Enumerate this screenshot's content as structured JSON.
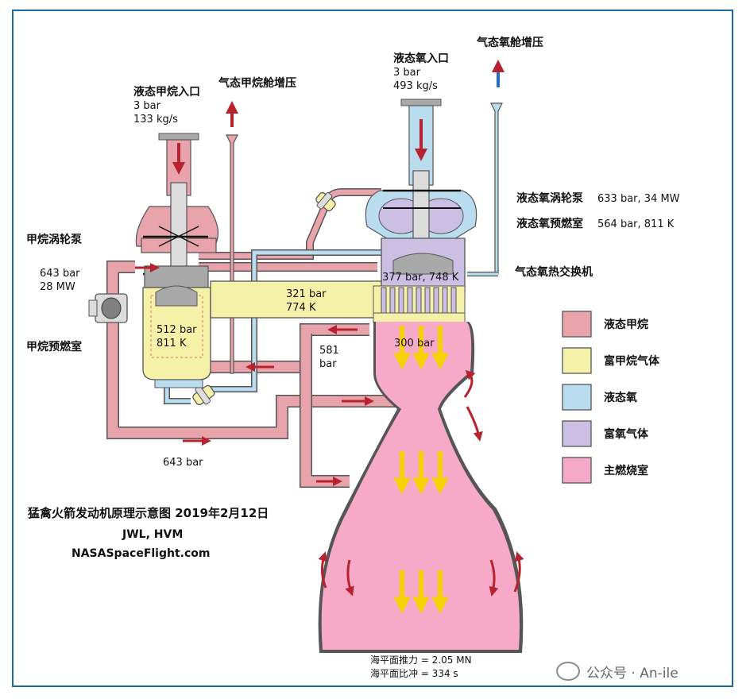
{
  "diagram": {
    "title": "猛禽火箭发动机原理示意图 2019年2月12日",
    "credit_authors": "JWL, HVM",
    "credit_site": "NASASpaceFlight.com",
    "methane_inlet": {
      "label": "液态甲烷入口",
      "pressure": "3 bar",
      "flow": "133 kg/s"
    },
    "methane_tank_press": "气态甲烷舱增压",
    "oxygen_inlet": {
      "label": "液态氧入口",
      "pressure": "3 bar",
      "flow": "493 kg/s"
    },
    "oxygen_tank_press": "气态氧舱增压",
    "methane_turbopump": {
      "label": "甲烷涡轮泵",
      "pressure": "643 bar",
      "power": "28 MW"
    },
    "methane_preburner": {
      "label": "甲烷预燃室",
      "pressure": "512 bar",
      "temp": "811 K"
    },
    "oxygen_turbopump": {
      "label": "液态氧涡轮泵",
      "specs": "633 bar, 34 MW"
    },
    "oxygen_preburner": {
      "label": "液态氧预燃室",
      "specs": "564 bar, 811 K"
    },
    "oxygen_heat_exchanger": {
      "label": "气态氧热交换机"
    },
    "values": {
      "hot_gas_duct_pressure": "321 bar",
      "hot_gas_duct_temp": "774 K",
      "ox_manifold": "377 bar, 748 K",
      "chamber_pressure": "300 bar",
      "coolant_pressure": "581",
      "coolant_unit": "bar",
      "bottom_loop_pressure": "643 bar"
    },
    "thrust": "海平面推力 = 2.05 MN",
    "isp": "海平面比冲 = 334 s",
    "legend": [
      {
        "label": "液态甲烷",
        "color": "#e8a3ab"
      },
      {
        "label": "富甲烷气体",
        "color": "#f6f1a9"
      },
      {
        "label": "液态氧",
        "color": "#b9dcef"
      },
      {
        "label": "富氧气体",
        "color": "#cbbfe3"
      },
      {
        "label": "主燃烧室",
        "color": "#f7a9c8"
      }
    ],
    "colors": {
      "liquid_methane": "#e8a3ab",
      "fuel_rich_gas": "#f6f1a9",
      "liquid_oxygen": "#b9dcef",
      "oxygen_rich_gas": "#cbbfe3",
      "main_chamber": "#f7a9c8",
      "flow_arrow": "#b8222e",
      "vent_arrow": "#1f6fc5",
      "chamber_arrow": "#f5d300",
      "turbopump_metal": "#a9a9a9"
    }
  },
  "watermark": {
    "text": "公众号 · An-ile"
  }
}
